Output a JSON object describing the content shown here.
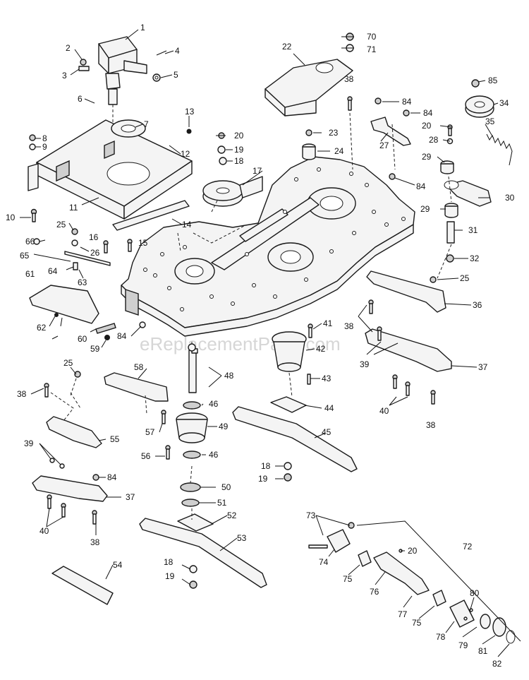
{
  "watermark": "eReplacementParts.com",
  "callout_numbers": [
    "1",
    "2",
    "3",
    "4",
    "5",
    "6",
    "7",
    "8",
    "9",
    "10",
    "11",
    "12",
    "13",
    "14",
    "15",
    "16",
    "17",
    "18",
    "19",
    "20",
    "22",
    "23",
    "24",
    "25",
    "26",
    "27",
    "28",
    "29",
    "30",
    "31",
    "32",
    "34",
    "35",
    "36",
    "37",
    "38",
    "39",
    "40",
    "41",
    "42",
    "43",
    "44",
    "45",
    "46",
    "48",
    "49",
    "50",
    "51",
    "52",
    "53",
    "54",
    "55",
    "56",
    "57",
    "58",
    "59",
    "60",
    "61",
    "62",
    "63",
    "64",
    "65",
    "66",
    "70",
    "71",
    "72",
    "73",
    "74",
    "75",
    "76",
    "77",
    "78",
    "79",
    "80",
    "81",
    "82",
    "84",
    "85"
  ]
}
